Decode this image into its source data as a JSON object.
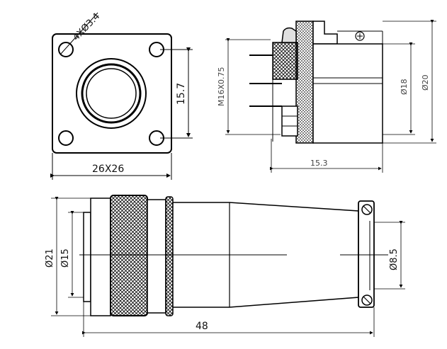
{
  "dimensions": {
    "hole_callout": "4XØ3.4",
    "hole_spacing": "15.7",
    "flange_size": "26X26",
    "thread": "M16X0.75",
    "pin_length": "15.3",
    "diameter_18": "Ø18",
    "diameter_20": "Ø20",
    "diameter_21": "Ø21",
    "diameter_15": "Ø15",
    "diameter_8_5": "Ø8.5",
    "overall_length": "48"
  },
  "colors": {
    "line": "#000000",
    "dim_line": "#444444"
  }
}
